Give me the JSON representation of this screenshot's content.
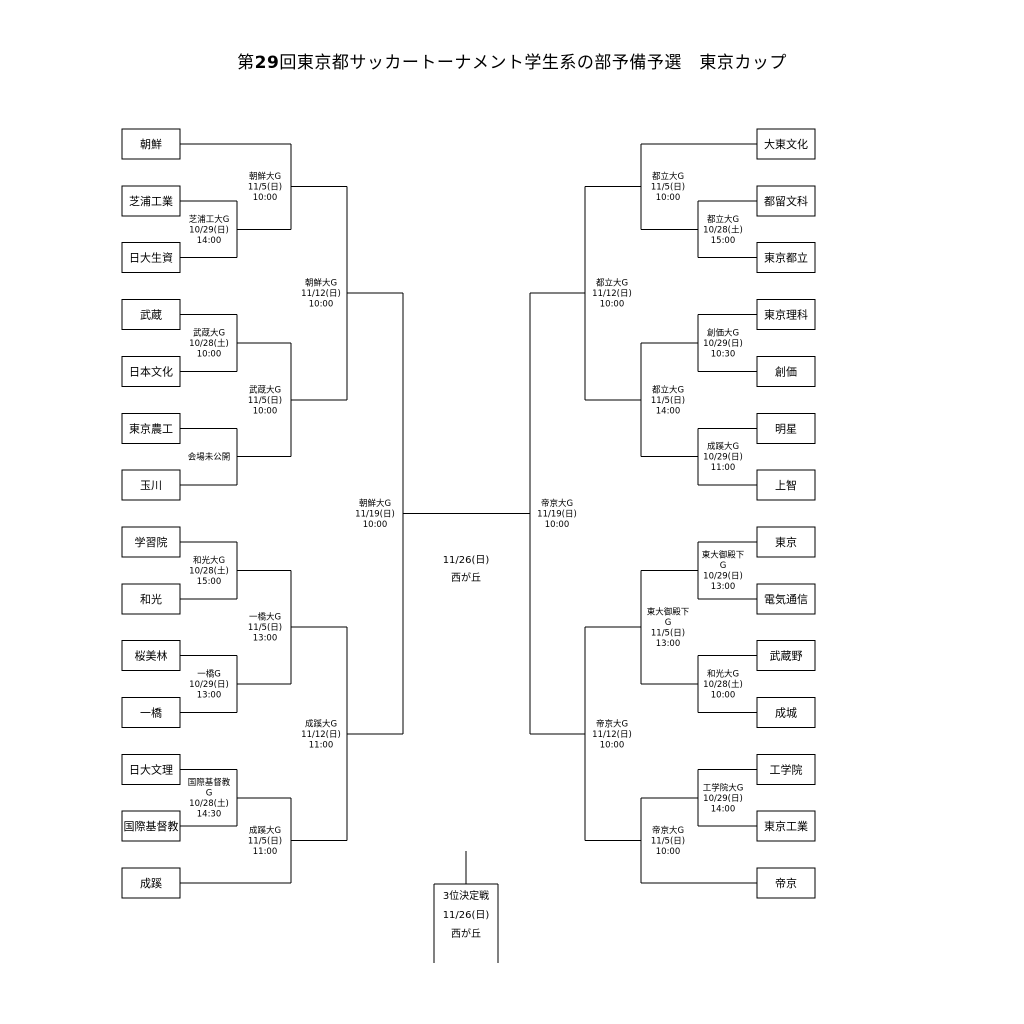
{
  "title": {
    "prefix": "第",
    "number": "29",
    "rest": "回東京都サッカートーナメント学生系の部予備予選　東京カップ"
  },
  "teams_left": [
    "朝鮮",
    "芝浦工業",
    "日大生資",
    "武蔵",
    "日本文化",
    "東京農工",
    "玉川",
    "学習院",
    "和光",
    "桜美林",
    "一橋",
    "日大文理",
    "国際基督教",
    "成蹊"
  ],
  "teams_right": [
    "大東文化",
    "都留文科",
    "東京都立",
    "東京理科",
    "創価",
    "明星",
    "上智",
    "東京",
    "電気通信",
    "武蔵野",
    "成城",
    "工学院",
    "東京工業",
    "帝京"
  ],
  "matches": {
    "L_r1_a": [
      "芝浦工大G",
      "10/29(日)",
      "14:00"
    ],
    "L_r1_b": [
      "武蔵大G",
      "10/28(土)",
      "10:00"
    ],
    "L_r1_c": [
      "会場未公開"
    ],
    "L_r1_d": [
      "和光大G",
      "10/28(土)",
      "15:00"
    ],
    "L_r1_e": [
      "一橋G",
      "10/29(日)",
      "13:00"
    ],
    "L_r1_f": [
      "国際基督教",
      "G",
      "10/28(土)",
      "14:30"
    ],
    "L_r2_a": [
      "朝鮮大G",
      "11/5(日)",
      "10:00"
    ],
    "L_r2_b": [
      "武蔵大G",
      "11/5(日)",
      "10:00"
    ],
    "L_r2_c": [
      "一橋大G",
      "11/5(日)",
      "13:00"
    ],
    "L_r2_d": [
      "成蹊大G",
      "11/5(日)",
      "11:00"
    ],
    "L_r3_a": [
      "朝鮮大G",
      "11/12(日)",
      "10:00"
    ],
    "L_r3_b": [
      "成蹊大G",
      "11/12(日)",
      "11:00"
    ],
    "L_r4": [
      "朝鮮大G",
      "11/19(日)",
      "10:00"
    ],
    "R_r1_a": [
      "都立大G",
      "10/28(土)",
      "15:00"
    ],
    "R_r1_b": [
      "創価大G",
      "10/29(日)",
      "10:30"
    ],
    "R_r1_c": [
      "成蹊大G",
      "10/29(日)",
      "11:00"
    ],
    "R_r1_d": [
      "東大御殿下",
      "G",
      "10/29(日)",
      "13:00"
    ],
    "R_r1_e": [
      "和光大G",
      "10/28(土)",
      "10:00"
    ],
    "R_r1_f": [
      "工学院大G",
      "10/29(日)",
      "14:00"
    ],
    "R_r2_a": [
      "都立大G",
      "11/5(日)",
      "10:00"
    ],
    "R_r2_b": [
      "都立大G",
      "11/5(日)",
      "14:00"
    ],
    "R_r2_c": [
      "東大御殿下",
      "G",
      "11/5(日)",
      "13:00"
    ],
    "R_r2_d": [
      "帝京大G",
      "11/5(日)",
      "10:00"
    ],
    "R_r3_a": [
      "都立大G",
      "11/12(日)",
      "10:00"
    ],
    "R_r3_b": [
      "帝京大G",
      "11/12(日)",
      "10:00"
    ],
    "R_r4": [
      "帝京大G",
      "11/19(日)",
      "10:00"
    ]
  },
  "final": {
    "date": "11/26(日)",
    "venue": "西が丘"
  },
  "third_place": {
    "label": "3位決定戦",
    "date": "11/26(日)",
    "venue": "西が丘"
  }
}
